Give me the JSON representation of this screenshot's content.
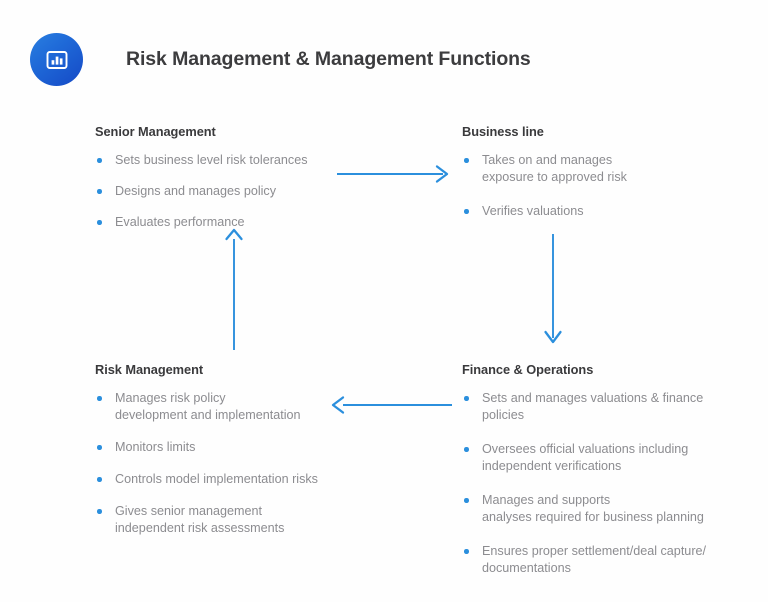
{
  "header": {
    "title": "Risk Management & Management Functions",
    "logo_icon": "bar-chart-icon"
  },
  "colors": {
    "accent_blue": "#2b8fdd",
    "logo_gradient_start": "#2a7fe0",
    "logo_gradient_end": "#1549c6",
    "heading_text": "#3a3a3c",
    "body_text": "#8c8c90",
    "background": "#fefefe"
  },
  "diagram": {
    "type": "cycle-quadrant",
    "direction": "counter-clockwise",
    "quadrants": [
      {
        "id": "senior-management",
        "heading": "Senior Management",
        "bullets": [
          "Sets business level risk tolerances",
          "Designs and manages policy",
          "Evaluates performance"
        ]
      },
      {
        "id": "business-line",
        "heading": "Business line",
        "bullets": [
          "Takes on and manages\nexposure to approved risk",
          "Verifies valuations"
        ]
      },
      {
        "id": "risk-management",
        "heading": "Risk Management",
        "bullets": [
          "Manages risk policy\ndevelopment and implementation",
          "Monitors limits",
          "Controls model implementation risks",
          "Gives senior management\nindependent risk assessments"
        ]
      },
      {
        "id": "finance-operations",
        "heading": "Finance & Operations",
        "bullets": [
          "Sets and manages valuations & finance\npolicies",
          "Oversees official valuations including\nindependent verifications",
          "Manages and supports\nanalyses required for business planning",
          "Ensures proper settlement/deal capture/\ndocumentations"
        ]
      }
    ],
    "arrows": [
      {
        "id": "top-arrow",
        "icon": "arrow-right-icon",
        "from": "senior-management",
        "to": "business-line"
      },
      {
        "id": "right-arrow",
        "icon": "arrow-down-icon",
        "from": "business-line",
        "to": "finance-operations"
      },
      {
        "id": "bottom-arrow",
        "icon": "arrow-left-icon",
        "from": "finance-operations",
        "to": "risk-management"
      },
      {
        "id": "left-arrow",
        "icon": "arrow-up-icon",
        "from": "risk-management",
        "to": "senior-management"
      }
    ]
  }
}
